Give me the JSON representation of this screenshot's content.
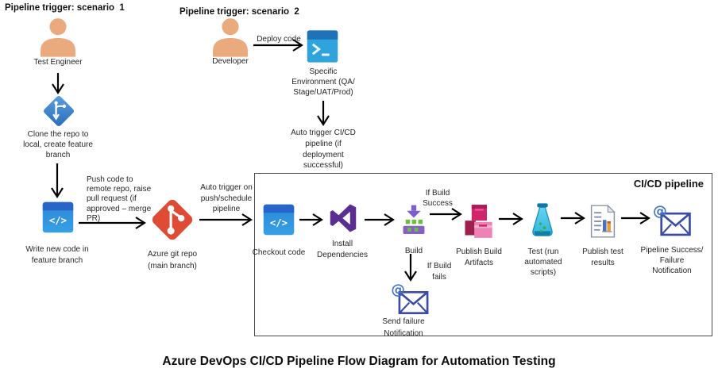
{
  "title": "Azure DevOps CI/CD Pipeline Flow Diagram for Automation Testing",
  "scenario1": {
    "heading": "Pipeline trigger: scenario  1",
    "actor": "Test Engineer",
    "clone": "Clone the repo to\nlocal, create feature\nbranch",
    "write_code": "Write new code in\nfeature branch",
    "push_code": "Push code to\nremote repo, raise\npull request (if\napproved – merge\nPR)",
    "git_repo": "Azure git repo\n(main branch)",
    "auto_trigger": "Auto trigger on\npush/schedule\npipeline"
  },
  "scenario2": {
    "heading": "Pipeline trigger: scenario  2",
    "actor": "Developer",
    "deploy": "Deploy code",
    "environment": "Specific\nEnvironment (QA/\nStage/UAT/Prod)",
    "auto_trigger": "Auto trigger CI/CD\npipeline (if\ndeployment\nsuccessful)"
  },
  "pipeline": {
    "box_label": "CI/CD pipeline",
    "checkout": "Checkout code",
    "install": "Install\nDependencies",
    "build": "Build",
    "if_success": "If Build\nSuccess",
    "artifacts": "Publish Build\nArtifacts",
    "test": "Test (run\nautomated\nscripts)",
    "results": "Publish test\nresults",
    "notify": "Pipeline Success/\nFailure\nNotification",
    "if_fails": "If Build\nfails",
    "fail_notify": "Send failure\nNotification"
  },
  "icons": {
    "person": "person-icon",
    "branch": "git-branch-icon",
    "terminal": "terminal-icon",
    "code": "code-brackets-icon",
    "git": "git-repo-icon",
    "visual_studio": "visual-studio-icon",
    "build": "build-icon",
    "artifacts": "artifact-boxes-icon",
    "flask": "test-flask-icon",
    "report": "test-report-icon",
    "mail": "email-notification-icon"
  },
  "colors": {
    "person_tan": "#EBA97E",
    "branch_blue": "#3E7FC1",
    "terminal_dark_blue": "#1E72B8",
    "terminal_light_blue": "#2FA3DC",
    "code_blue": "#2E86D9",
    "git_orange": "#DE4C36",
    "vs_purple": "#5C2D91",
    "build_purple": "#8661C5",
    "build_green": "#6FBE44",
    "artifact_crimson": "#C9246B",
    "artifact_pink": "#EE82B4",
    "flask_cyan": "#45C6E8",
    "flask_dark": "#0E7FA6",
    "chart_blue": "#4472C4",
    "chart_orange": "#ED9B33",
    "mail_indigo": "#3B4BA6",
    "arrow_black": "#000000"
  }
}
